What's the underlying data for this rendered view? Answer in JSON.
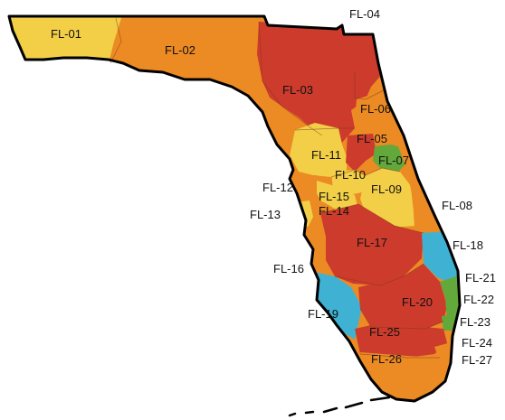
{
  "colors": {
    "yellow": "#f2cf47",
    "orange": "#ec8a24",
    "red": "#cc3b2c",
    "blue": "#3fb2d4",
    "green": "#62a83b",
    "outline": "#000000"
  },
  "districts": [
    {
      "id": "FL-01",
      "label": "FL-01",
      "color": "yellow"
    },
    {
      "id": "FL-02",
      "label": "FL-02",
      "color": "orange"
    },
    {
      "id": "FL-03",
      "label": "FL-03",
      "color": "red"
    },
    {
      "id": "FL-04",
      "label": "FL-04",
      "color": "red"
    },
    {
      "id": "FL-05",
      "label": "FL-05",
      "color": "red"
    },
    {
      "id": "FL-06",
      "label": "FL-06",
      "color": "orange"
    },
    {
      "id": "FL-07",
      "label": "FL-07",
      "color": "green"
    },
    {
      "id": "FL-08",
      "label": "FL-08",
      "color": "orange"
    },
    {
      "id": "FL-09",
      "label": "FL-09",
      "color": "yellow"
    },
    {
      "id": "FL-10",
      "label": "FL-10",
      "color": "yellow"
    },
    {
      "id": "FL-11",
      "label": "FL-11",
      "color": "yellow"
    },
    {
      "id": "FL-12",
      "label": "FL-12",
      "color": "orange"
    },
    {
      "id": "FL-13",
      "label": "FL-13",
      "color": "yellow"
    },
    {
      "id": "FL-14",
      "label": "FL-14",
      "color": "orange"
    },
    {
      "id": "FL-15",
      "label": "FL-15",
      "color": "yellow"
    },
    {
      "id": "FL-16",
      "label": "FL-16",
      "color": "orange"
    },
    {
      "id": "FL-17",
      "label": "FL-17",
      "color": "red"
    },
    {
      "id": "FL-18",
      "label": "FL-18",
      "color": "blue"
    },
    {
      "id": "FL-19",
      "label": "FL-19",
      "color": "blue"
    },
    {
      "id": "FL-20",
      "label": "FL-20",
      "color": "red"
    },
    {
      "id": "FL-21",
      "label": "FL-21",
      "color": "green"
    },
    {
      "id": "FL-22",
      "label": "FL-22",
      "color": "green"
    },
    {
      "id": "FL-23",
      "label": "FL-23",
      "color": "green"
    },
    {
      "id": "FL-24",
      "label": "FL-24",
      "color": "orange"
    },
    {
      "id": "FL-25",
      "label": "FL-25",
      "color": "red"
    },
    {
      "id": "FL-26",
      "label": "FL-26",
      "color": "orange"
    },
    {
      "id": "FL-27",
      "label": "FL-27",
      "color": "orange"
    }
  ]
}
